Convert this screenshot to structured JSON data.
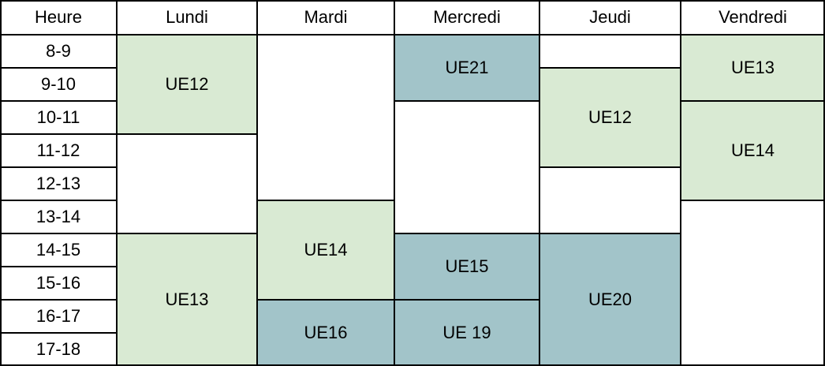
{
  "header": {
    "hour_label": "Heure",
    "days": [
      "Lundi",
      "Mardi",
      "Mercredi",
      "Jeudi",
      "Vendredi"
    ]
  },
  "hours": [
    "8-9",
    "9-10",
    "10-11",
    "11-12",
    "12-13",
    "13-14",
    "14-15",
    "15-16",
    "16-17",
    "17-18"
  ],
  "colors": {
    "light_green": "#d9ead3",
    "teal": "#a2c4c9",
    "white": "#ffffff",
    "border": "#000000"
  },
  "blocks": [
    {
      "day": 0,
      "start": 0,
      "end": 3,
      "label": "UE12",
      "color": "light_green"
    },
    {
      "day": 0,
      "start": 3,
      "end": 6,
      "label": "",
      "color": "white"
    },
    {
      "day": 0,
      "start": 6,
      "end": 10,
      "label": "UE13",
      "color": "light_green"
    },
    {
      "day": 1,
      "start": 0,
      "end": 5,
      "label": "",
      "color": "white"
    },
    {
      "day": 1,
      "start": 5,
      "end": 8,
      "label": "UE14",
      "color": "light_green"
    },
    {
      "day": 1,
      "start": 8,
      "end": 10,
      "label": "UE16",
      "color": "teal"
    },
    {
      "day": 2,
      "start": 0,
      "end": 2,
      "label": "UE21",
      "color": "teal"
    },
    {
      "day": 2,
      "start": 2,
      "end": 6,
      "label": "",
      "color": "white"
    },
    {
      "day": 2,
      "start": 6,
      "end": 8,
      "label": "UE15",
      "color": "teal"
    },
    {
      "day": 2,
      "start": 8,
      "end": 10,
      "label": "UE 19",
      "color": "teal"
    },
    {
      "day": 3,
      "start": 0,
      "end": 1,
      "label": "",
      "color": "white"
    },
    {
      "day": 3,
      "start": 1,
      "end": 4,
      "label": "UE12",
      "color": "light_green"
    },
    {
      "day": 3,
      "start": 4,
      "end": 6,
      "label": "",
      "color": "white"
    },
    {
      "day": 3,
      "start": 6,
      "end": 10,
      "label": "UE20",
      "color": "teal"
    },
    {
      "day": 4,
      "start": 0,
      "end": 2,
      "label": "UE13",
      "color": "light_green"
    },
    {
      "day": 4,
      "start": 2,
      "end": 5,
      "label": "UE14",
      "color": "light_green"
    },
    {
      "day": 4,
      "start": 5,
      "end": 10,
      "label": "",
      "color": "white"
    }
  ]
}
